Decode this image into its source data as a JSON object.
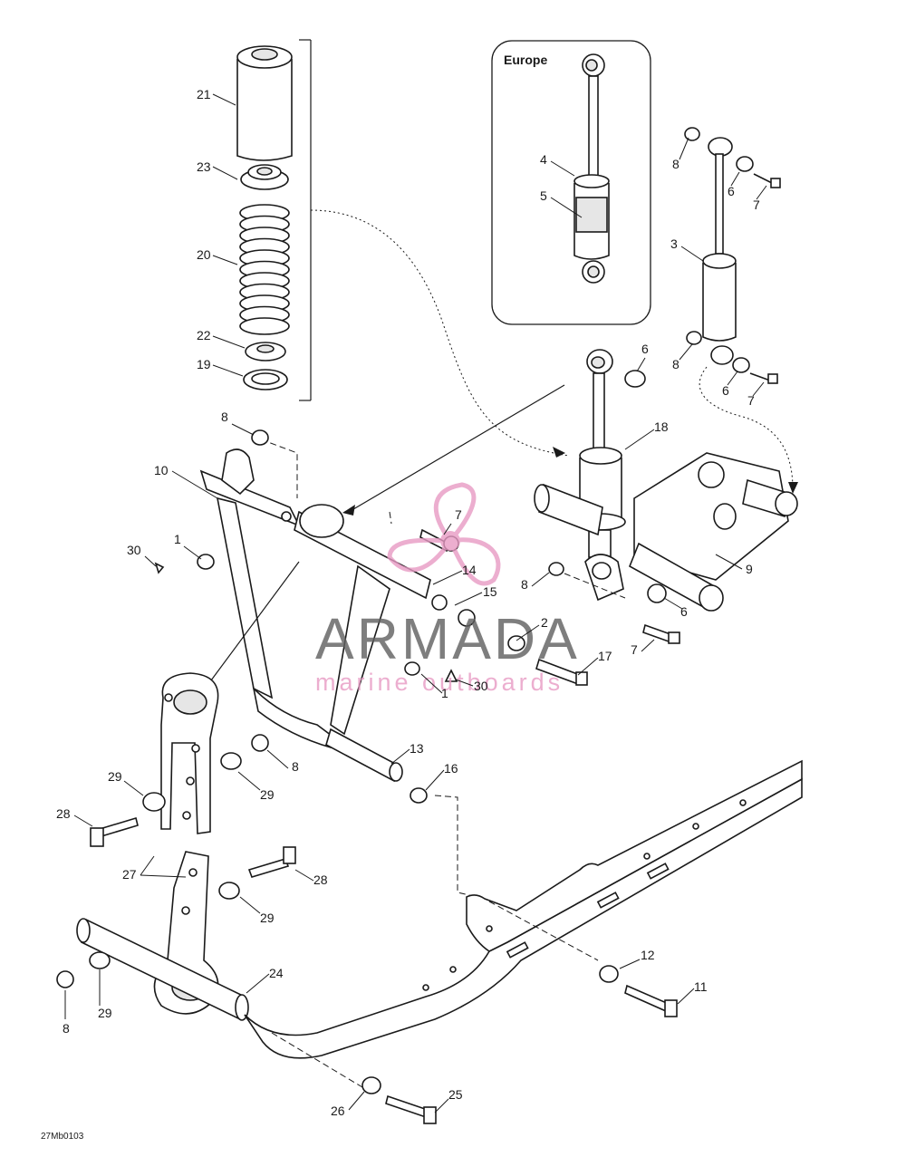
{
  "inset": {
    "title": "Europe"
  },
  "figure_code": "27Mb0103",
  "watermark": {
    "brand": "ARMADA",
    "tagline": "marine outboards",
    "color": "#e89ac4",
    "text_color": "#5f5f5f"
  },
  "callouts": [
    {
      "id": "c21",
      "text": "21"
    },
    {
      "id": "c23",
      "text": "23"
    },
    {
      "id": "c20",
      "text": "20"
    },
    {
      "id": "c22",
      "text": "22"
    },
    {
      "id": "c19",
      "text": "19"
    },
    {
      "id": "c8a",
      "text": "8"
    },
    {
      "id": "c10",
      "text": "10"
    },
    {
      "id": "c1a",
      "text": "1"
    },
    {
      "id": "c30a",
      "text": "30"
    },
    {
      "id": "c4",
      "text": "4"
    },
    {
      "id": "c5",
      "text": "5"
    },
    {
      "id": "c8b",
      "text": "8"
    },
    {
      "id": "c6a",
      "text": "6"
    },
    {
      "id": "c7a",
      "text": "7"
    },
    {
      "id": "c3",
      "text": "3"
    },
    {
      "id": "c8c",
      "text": "8"
    },
    {
      "id": "c6b",
      "text": "6"
    },
    {
      "id": "c7b",
      "text": "7"
    },
    {
      "id": "c6c",
      "text": "6"
    },
    {
      "id": "c18",
      "text": "18"
    },
    {
      "id": "c7c",
      "text": "7"
    },
    {
      "id": "c14",
      "text": "14"
    },
    {
      "id": "c15",
      "text": "15"
    },
    {
      "id": "c8d",
      "text": "8"
    },
    {
      "id": "c9",
      "text": "9"
    },
    {
      "id": "c6d",
      "text": "6"
    },
    {
      "id": "c7d",
      "text": "7"
    },
    {
      "id": "c2",
      "text": "2"
    },
    {
      "id": "c17",
      "text": "17"
    },
    {
      "id": "c1b",
      "text": "1"
    },
    {
      "id": "c30b",
      "text": "30"
    },
    {
      "id": "c13",
      "text": "13"
    },
    {
      "id": "c8e",
      "text": "8"
    },
    {
      "id": "c16",
      "text": "16"
    },
    {
      "id": "c29a",
      "text": "29"
    },
    {
      "id": "c29b",
      "text": "29"
    },
    {
      "id": "c28a",
      "text": "28"
    },
    {
      "id": "c27",
      "text": "27"
    },
    {
      "id": "c28b",
      "text": "28"
    },
    {
      "id": "c29c",
      "text": "29"
    },
    {
      "id": "c24",
      "text": "24"
    },
    {
      "id": "c12",
      "text": "12"
    },
    {
      "id": "c11",
      "text": "11"
    },
    {
      "id": "c8f",
      "text": "8"
    },
    {
      "id": "c29d",
      "text": "29"
    },
    {
      "id": "c26",
      "text": "26"
    },
    {
      "id": "c25",
      "text": "25"
    }
  ]
}
